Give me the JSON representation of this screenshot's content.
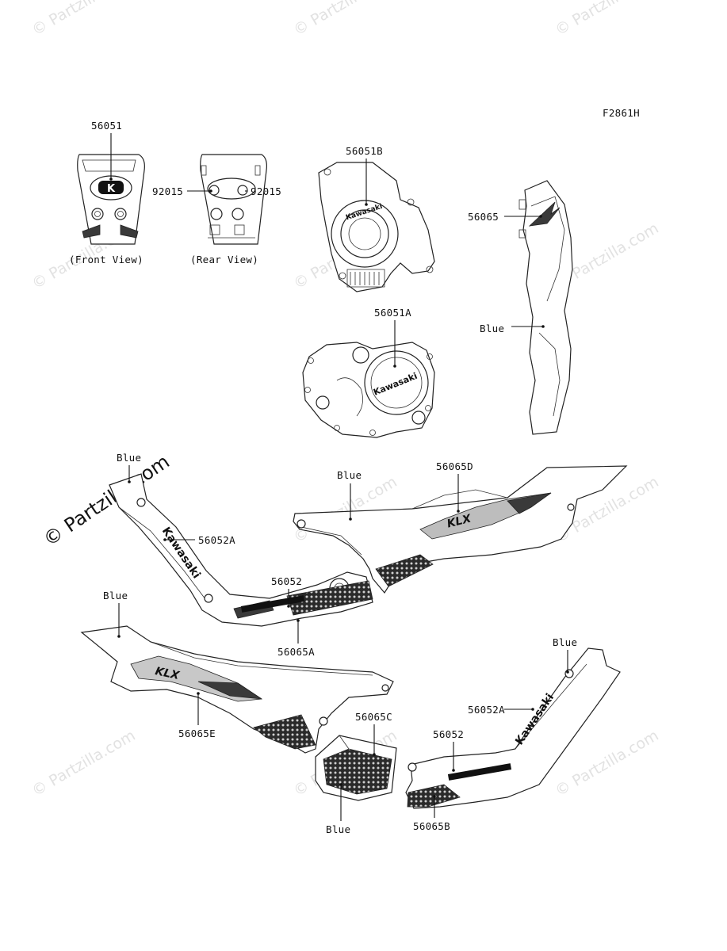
{
  "figure_code": "F2861H",
  "watermark_text": "© Partzilla.com",
  "views": {
    "front": "(Front View)",
    "rear": "(Rear View)"
  },
  "brand_text": "Kawasaki",
  "callouts": {
    "c56051": "56051",
    "c92015_left": "92015",
    "c92015_right": "92015",
    "c56051B": "56051B",
    "c56065": "56065",
    "c56051A": "56051A",
    "blue_tank": "Blue",
    "blue_lframe": "Blue",
    "c56052A_left": "56052A",
    "c56052_left": "56052",
    "c56065A": "56065A",
    "blue_rear_cover": "Blue",
    "c56065D": "56065D",
    "blue_left_cover": "Blue",
    "c56065E": "56065E",
    "c56065C": "56065C",
    "blue_bottom": "Blue",
    "blue_rframe": "Blue",
    "c56052A_right": "56052A",
    "c56052_right": "56052",
    "c56065B": "56065B"
  }
}
